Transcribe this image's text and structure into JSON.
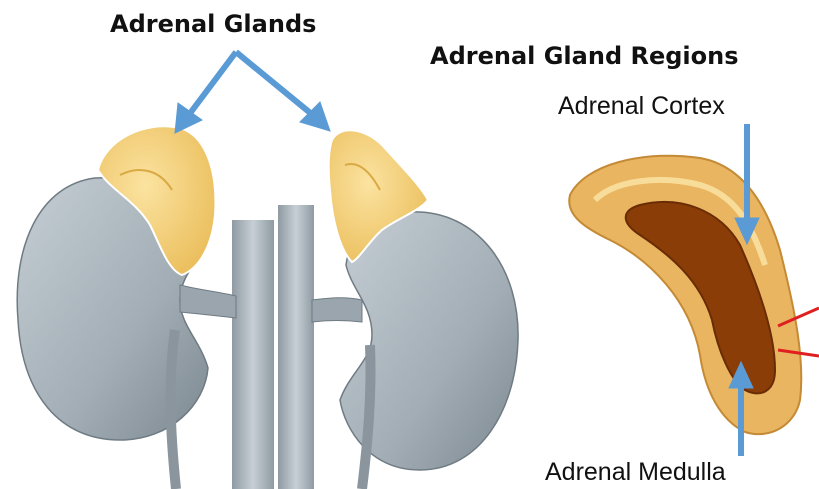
{
  "labels": {
    "adrenal_glands": "Adrenal Glands",
    "regions_title": "Adrenal Gland Regions",
    "cortex": "Adrenal Cortex",
    "medulla": "Adrenal Medulla"
  },
  "colors": {
    "arrow": "#5b9bd5",
    "kidney": "#a9b4bc",
    "kidney_dark": "#7f8b94",
    "gland": "#f3cf78",
    "gland_edge": "#d9a944",
    "cortex": "#e6b25c",
    "medulla": "#8a3d07",
    "pointer_line": "#e02020"
  }
}
